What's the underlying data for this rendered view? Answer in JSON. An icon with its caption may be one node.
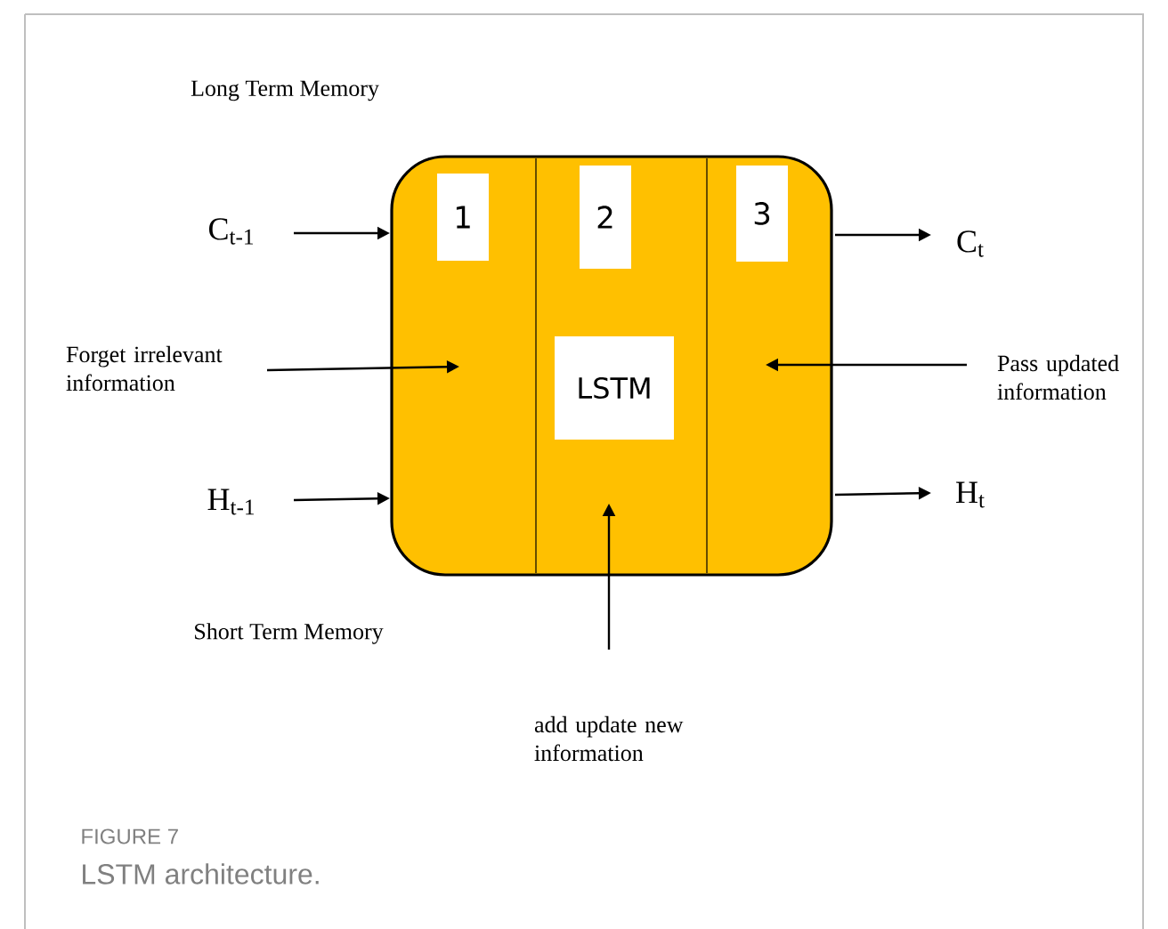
{
  "diagram": {
    "caption": "LSTM architecture.",
    "nodes": [
      {
        "text": [],
        "shape": "box"
      },
      {
        "text": [
          "1"
        ],
        "in": 0
      },
      {
        "text": [
          "2"
        ],
        "in": 0
      },
      {
        "text": [
          "3"
        ],
        "in": 0
      },
      {
        "text": [
          "LSTM"
        ],
        "in": 0
      },
      {
        "text": [
          "C$_{t-1}$"
        ]
      },
      {
        "text": [
          "C$_{t}$"
        ]
      },
      {
        "text": [
          "Forget irrelevant information"
        ]
      },
      {
        "text": [
          "Pass updated information"
        ]
      },
      {
        "text": [
          "H$_{t-1}$"
        ]
      },
      {
        "text": [
          "H$_{t}$"
        ]
      },
      {
        "text": [
          "add update new information"
        ]
      }
    ],
    "edges": [
      {
        "from": 5,
        "to": 0,
        "arrow": "to"
      },
      {
        "from": 0,
        "to": 6,
        "arrow": "to"
      },
      {
        "from": 7,
        "to": 0,
        "arrow": "to"
      },
      {
        "from": 8,
        "to": 0,
        "arrow": "to"
      },
      {
        "from": 9,
        "to": 0,
        "arrow": "to"
      },
      {
        "from": 0,
        "to": 10,
        "arrow": "to"
      },
      {
        "from": 11,
        "to": 0,
        "arrow": "to"
      }
    ],
    "labels": [
      "Long Term Memory",
      "Short Term Memory",
      "FIGURE 7"
    ]
  }
}
